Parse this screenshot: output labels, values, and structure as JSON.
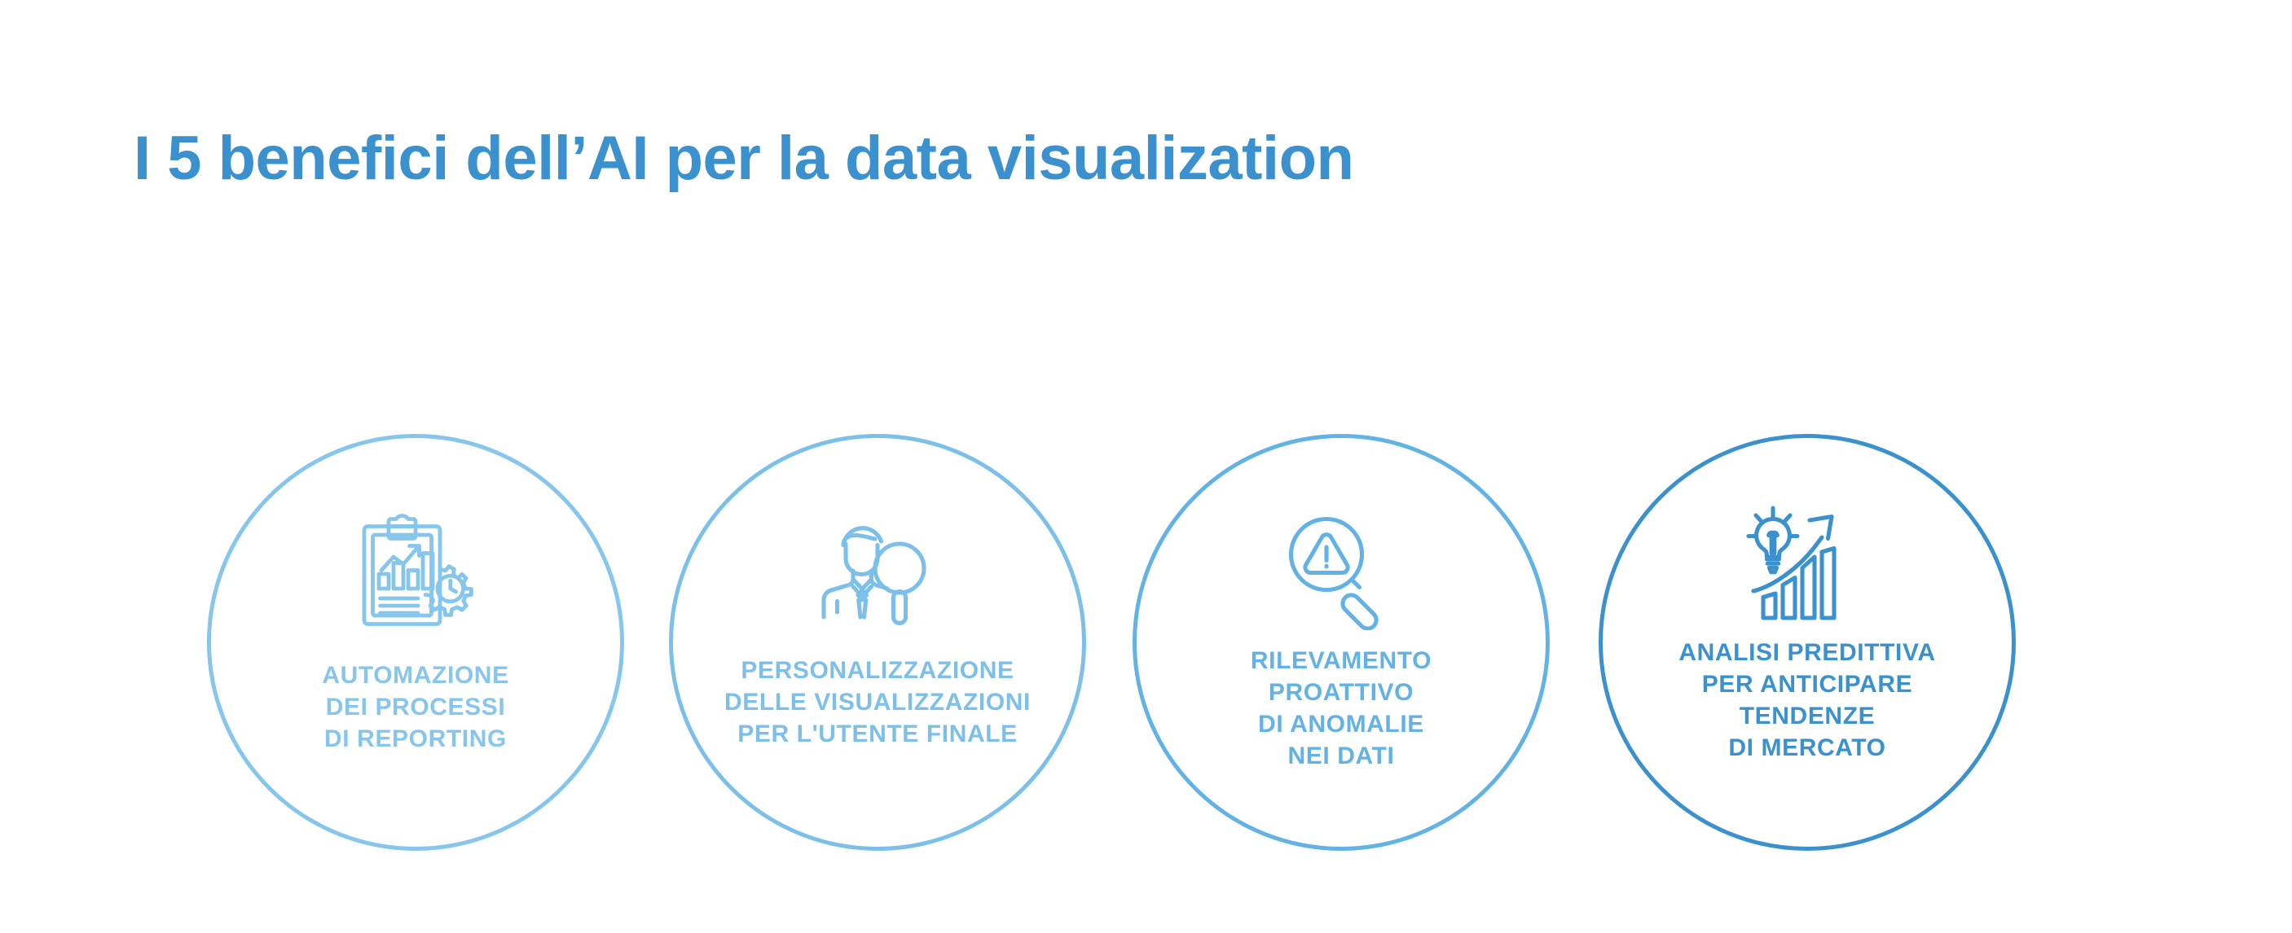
{
  "page": {
    "background_color": "#ffffff",
    "title": "I 5 benefici dell’AI per la data visualization"
  },
  "theme": {
    "title_color": "#3b90ce",
    "circle_colors": [
      "#86c5ec",
      "#7cc0ea",
      "#63b2e5",
      "#3b90ce"
    ]
  },
  "benefits": [
    {
      "index": "1",
      "icon": "clipboard-report-gear-icon",
      "label": "AUTOMAZIONE\nDEI PROCESSI\nDI REPORTING",
      "color": "#86c5ec"
    },
    {
      "index": "2",
      "icon": "user-magnifier-icon",
      "label": "PERSONALIZZAZIONE\nDELLE VISUALIZZAZIONI\nPER L'UTENTE FINALE",
      "color": "#7cc0ea"
    },
    {
      "index": "3",
      "icon": "magnifier-warning-icon",
      "label": "RILEVAMENTO\nPROATTIVO\nDI ANOMALIE\nNEI DATI",
      "color": "#63b2e5"
    },
    {
      "index": "4",
      "icon": "lightbulb-growth-chart-icon",
      "label": "ANALISI PREDITTIVA\nPER ANTICIPARE\nTENDENZE\nDI MERCATO",
      "color": "#3b90ce"
    }
  ]
}
